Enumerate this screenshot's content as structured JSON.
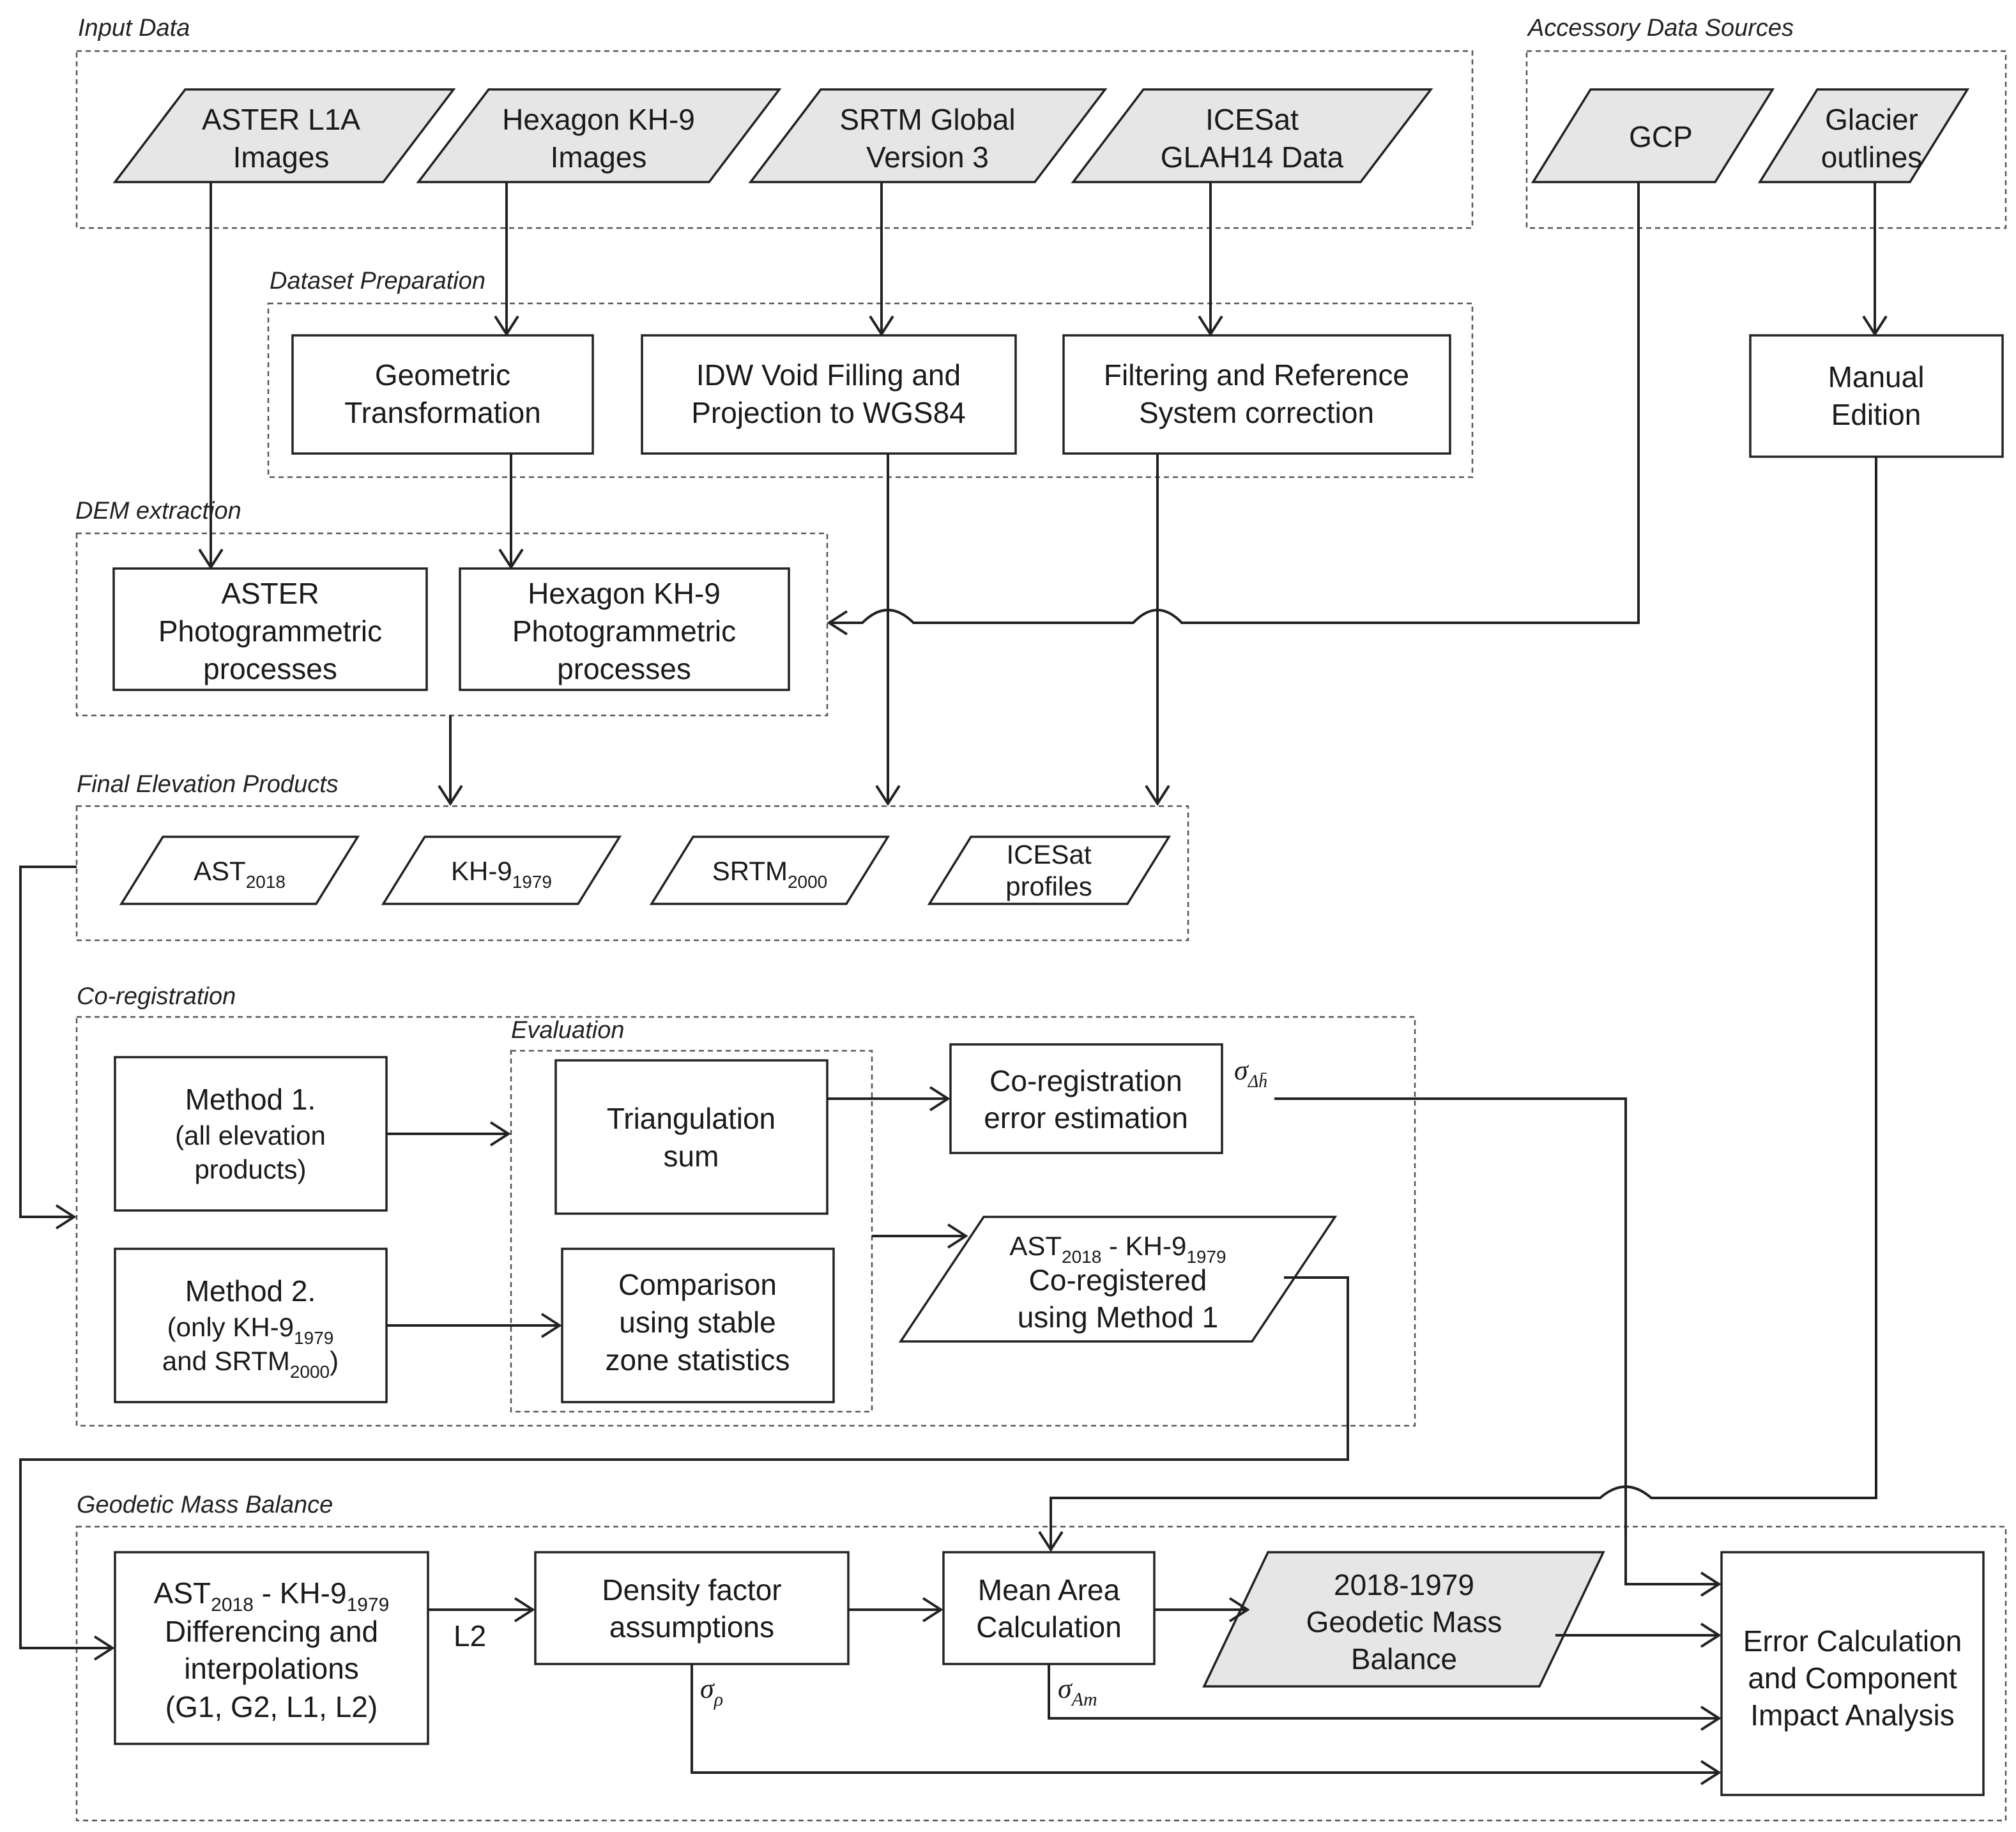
{
  "sections": {
    "input_data": "Input Data",
    "accessory": "Accessory Data Sources",
    "dataset_prep": "Dataset Preparation",
    "dem_extraction": "DEM extraction",
    "final_products": "Final Elevation Products",
    "coregistration": "Co-registration",
    "evaluation": "Evaluation",
    "gmb": "Geodetic Mass Balance"
  },
  "inputs": {
    "aster": [
      "ASTER L1A",
      "Images"
    ],
    "hexagon": [
      "Hexagon KH-9",
      "Images"
    ],
    "srtm": [
      "SRTM Global",
      "Version 3"
    ],
    "icesat": [
      "ICESat",
      "GLAH14 Data"
    ],
    "gcp": [
      "GCP"
    ],
    "glacier": [
      "Glacier",
      "outlines"
    ]
  },
  "prep": {
    "geometric": [
      "Geometric",
      "Transformation"
    ],
    "idw": [
      "IDW Void Filling and",
      "Projection to WGS84"
    ],
    "filtering": [
      "Filtering and Reference",
      "System correction"
    ],
    "manual": [
      "Manual",
      "Edition"
    ]
  },
  "dem": {
    "aster": [
      "ASTER",
      "Photogrammetric",
      "processes"
    ],
    "hexagon": [
      "Hexagon KH-9",
      "Photogrammetric",
      "processes"
    ]
  },
  "products": {
    "ast_base": "AST",
    "ast_sub": "2018",
    "kh9_base": "KH-9",
    "kh9_sub": "1979",
    "srtm_base": "SRTM",
    "srtm_sub": "2000",
    "icesat": [
      "ICESat",
      "profiles"
    ]
  },
  "coreg": {
    "method1": [
      "Method 1.",
      "(all elevation",
      "products)"
    ],
    "method2_title": "Method 2.",
    "method2_l2_pre": "(only KH-9",
    "method2_l2_sub": "1979",
    "method2_l3_pre": "and SRTM",
    "method2_l3_sub": "2000",
    "method2_l3_post": ")",
    "triangulation": [
      "Triangulation",
      "sum"
    ],
    "comparison": [
      "Comparison",
      "using stable",
      "zone statistics"
    ],
    "error_est": [
      "Co-registration",
      "error estimation"
    ],
    "result_l1_a": "AST",
    "result_l1_a_sub": "2018",
    "result_l1_mid": " - KH-9",
    "result_l1_b_sub": "1979",
    "result_l2": "Co-registered",
    "result_l3": "using Method 1"
  },
  "gmb": {
    "diff_l1_a": "AST",
    "diff_l1_a_sub": "2018",
    "diff_l1_mid": " - KH-9",
    "diff_l1_b_sub": "1979",
    "diff_rest": [
      "Differencing and",
      "interpolations",
      "(G1, G2, L1, L2)"
    ],
    "l2_label": "L2",
    "density": [
      "Density factor",
      "assumptions"
    ],
    "mean_area": [
      "Mean Area",
      "Calculation"
    ],
    "result": [
      "2018-1979",
      "Geodetic Mass",
      "Balance"
    ],
    "error_calc": [
      "Error Calculation",
      "and Component",
      "Impact Analysis"
    ]
  },
  "symbols": {
    "sigma_dh": "σ",
    "sigma_dh_sub": "Δh̄",
    "sigma_rho": "σ",
    "sigma_rho_sub": "ρ",
    "sigma_am": "σ",
    "sigma_am_sub": "Am"
  }
}
